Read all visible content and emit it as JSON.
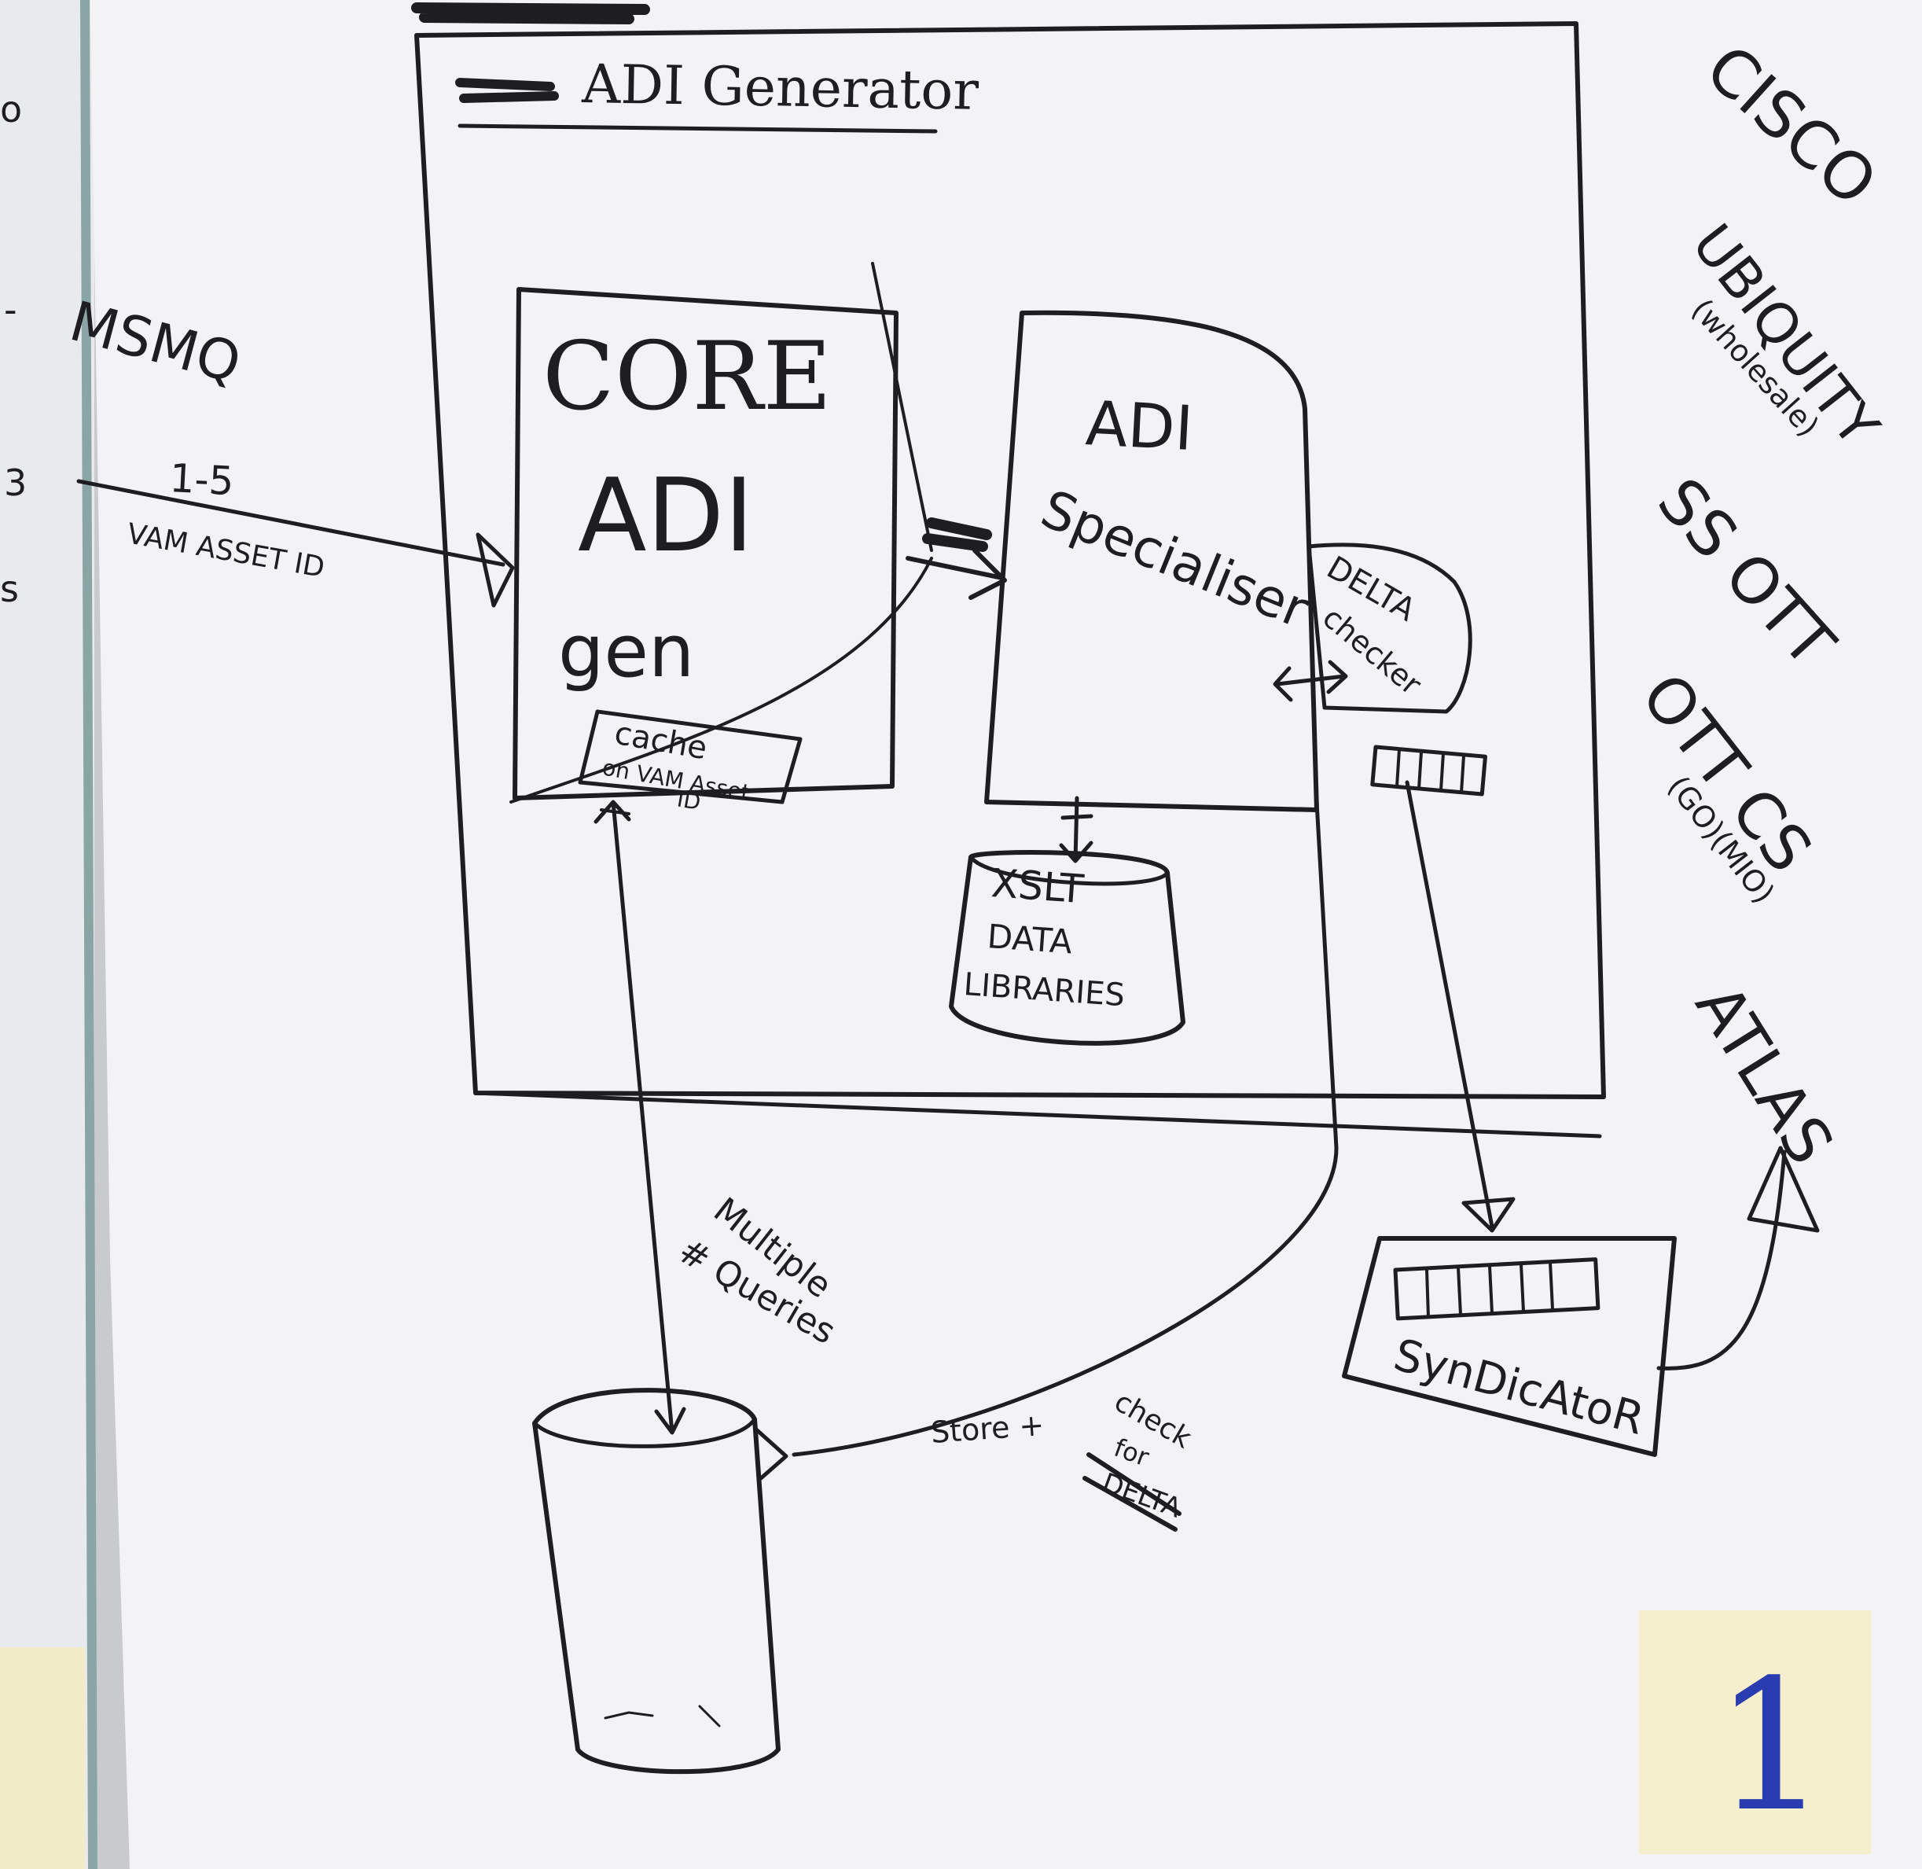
{
  "title": "ADI Generator",
  "left_input": {
    "source": "MSMQ",
    "rate": "1-5",
    "payload": "VAM ASSET ID"
  },
  "core_box": {
    "line1": "CORE",
    "line2": "ADI",
    "line3": "gen",
    "cache_line1": "cache",
    "cache_line2": "on VAM Asset",
    "cache_line3": "ID"
  },
  "specialiser_box": {
    "line1": "ADI",
    "line2": "Specialiser"
  },
  "delta_box": {
    "line1": "DELTA",
    "line2": "checker"
  },
  "library": {
    "line1": "XSLT",
    "line2": "DATA",
    "line3": "LIBRARIES"
  },
  "queries_label": {
    "line1": "Multiple",
    "line2": "# Queries"
  },
  "store_label": {
    "line1": "Store +",
    "line2": "check",
    "line3": "for",
    "line4": "DELTA"
  },
  "syndicator": "SynDicAtoR",
  "targets": {
    "cisco": "CISCO",
    "ubiquity": "UBIQUITY",
    "ubiquity_note": "(wholesale)",
    "ss_ott": "SS OTT",
    "ott_cs": "OTT CS",
    "ott_cs_note": "(GO)(MIO)",
    "atlas": "ATLAS"
  },
  "sticky_note": "1",
  "left_edge_marks": [
    "o",
    "-",
    "3",
    "s"
  ]
}
